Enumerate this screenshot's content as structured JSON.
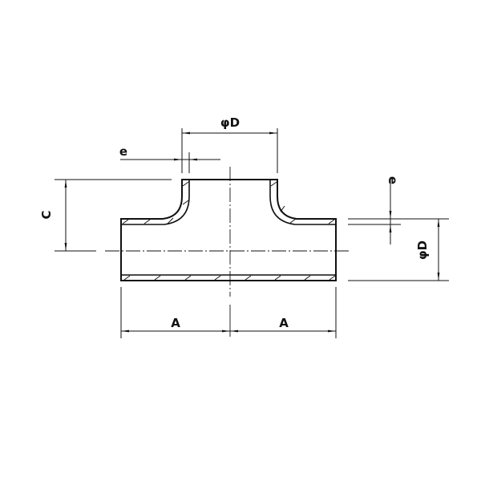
{
  "drawing": {
    "title": "Equal tee pipe fitting dimension drawing",
    "labels": {
      "branch_diameter": "φD",
      "run_diameter": "φD",
      "wall_thickness_top": "e",
      "wall_thickness_right": "e",
      "center_to_end_branch": "C",
      "center_to_end_left": "A",
      "center_to_end_right": "A"
    },
    "colors": {
      "line": "#111111",
      "background": "#ffffff"
    }
  }
}
